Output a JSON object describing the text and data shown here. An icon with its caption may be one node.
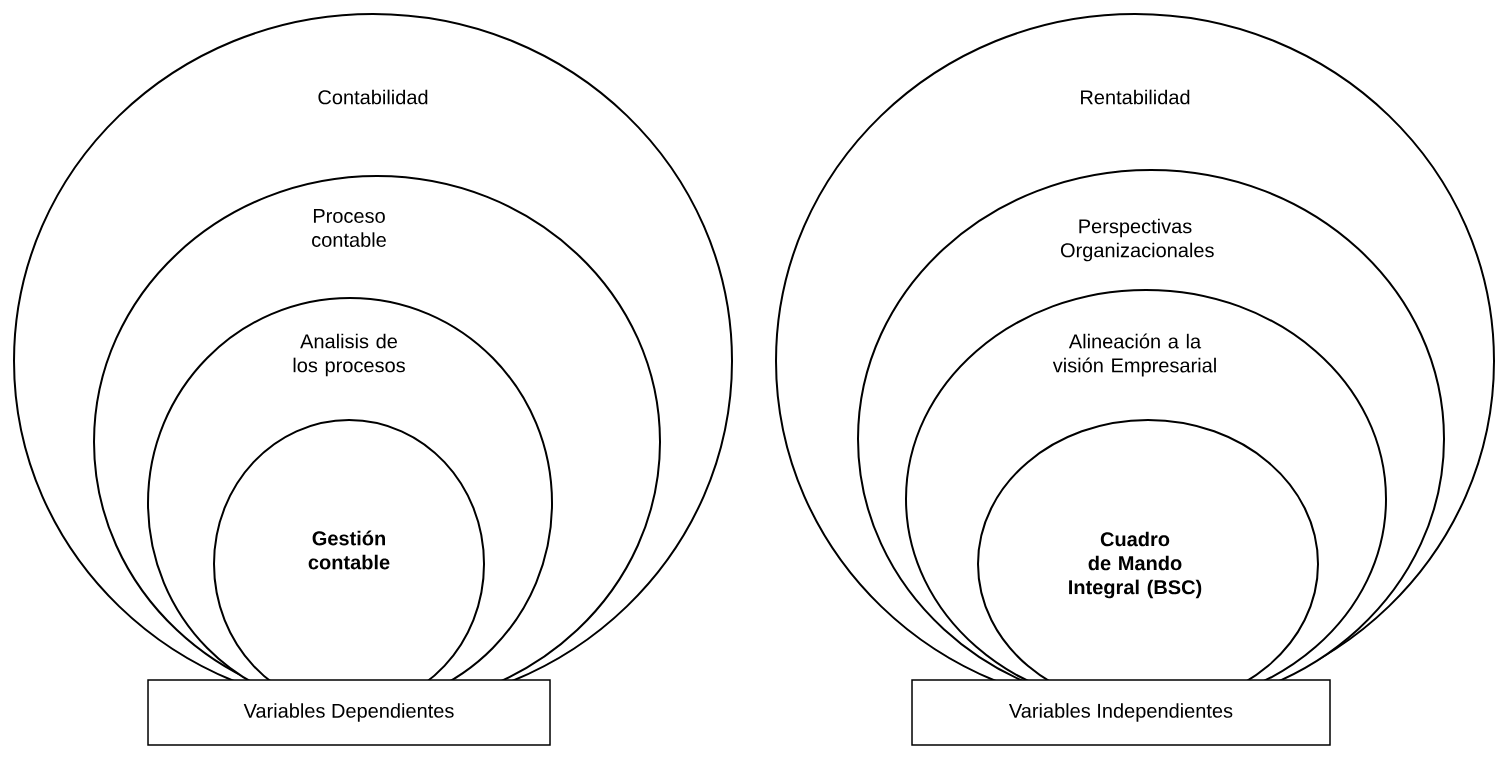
{
  "diagram": {
    "nodes": [
      {
        "text": [
          "Contabilidad"
        ]
      },
      {
        "text": [
          "Proceso contable"
        ],
        "in": 0
      },
      {
        "text": [
          "Analisis de los procesos"
        ],
        "in": 1
      },
      {
        "text": [
          "Gestión contable"
        ],
        "in": 2
      },
      {
        "text": [
          "Rentabilidad"
        ]
      },
      {
        "text": [
          "Perspectivas Organizacionales"
        ],
        "in": 4
      },
      {
        "text": [
          "Alineación a la visión Empresarial"
        ],
        "in": 5
      },
      {
        "text": [
          "Cuadro de Mando Integral (BSC)"
        ],
        "in": 6
      },
      {
        "text": [
          "Variables Dependientes"
        ]
      },
      {
        "text": [
          "Variables Independientes"
        ]
      }
    ]
  }
}
